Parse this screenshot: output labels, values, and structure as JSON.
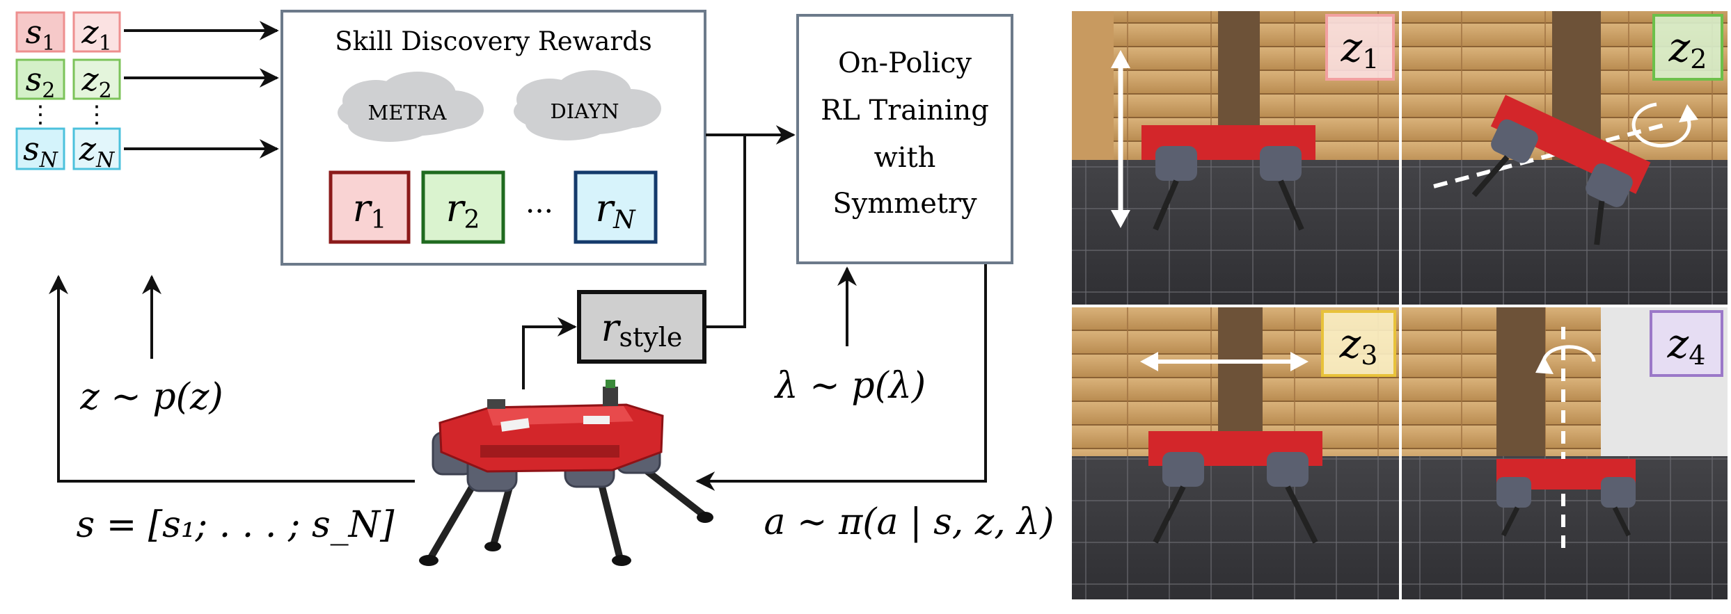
{
  "states": [
    {
      "base": "s",
      "sub": "1"
    },
    {
      "base": "s",
      "sub": "2"
    },
    {
      "base": "s",
      "sub": "N"
    }
  ],
  "skills": [
    {
      "base": "z",
      "sub": "1"
    },
    {
      "base": "z",
      "sub": "2"
    },
    {
      "base": "z",
      "sub": "N"
    }
  ],
  "dots": "⋮",
  "rewards_box": {
    "title": "Skill Discovery Rewards",
    "clouds": [
      "METRA",
      "DIAYN"
    ],
    "rewards": [
      {
        "base": "r",
        "sub": "1"
      },
      {
        "base": "r",
        "sub": "2"
      },
      {
        "base": "r",
        "sub": "N"
      }
    ],
    "ellipsis": "···"
  },
  "training_box": {
    "lines": [
      "On-Policy",
      "RL Training",
      "with",
      "Symmetry"
    ]
  },
  "style_box": {
    "base": "r",
    "sub": "style"
  },
  "labels": {
    "z_sample": "z ∼ p(z)",
    "lambda_sample": "λ ∼ p(λ)",
    "policy": "a ∼ π(a | s, z, λ)",
    "state_concat": "s = [s₁; . . . ; s_N]"
  },
  "photos": [
    {
      "base": "z",
      "sub": "1",
      "accent": "#f2a0a0",
      "fill": "#fbe0e0"
    },
    {
      "base": "z",
      "sub": "2",
      "accent": "#6cc04a",
      "fill": "#d8f0cc"
    },
    {
      "base": "z",
      "sub": "3",
      "accent": "#e8c23a",
      "fill": "#fbefc4"
    },
    {
      "base": "z",
      "sub": "4",
      "accent": "#9b78c8",
      "fill": "#e6dcf4"
    }
  ],
  "colors": {
    "red_fill": "#f6c9c9",
    "red_border": "#ee8f8f",
    "green_fill": "#d4f0c8",
    "green_border": "#7cc35a",
    "blue_fill": "#d4f3fb",
    "blue_border": "#4cc1dc",
    "r1_border": "#8b1a1a",
    "r2_border": "#1f6a1f",
    "rN_border": "#143a6b",
    "box_border": "#6c7a8a",
    "style_fill": "#cfcfcf"
  }
}
